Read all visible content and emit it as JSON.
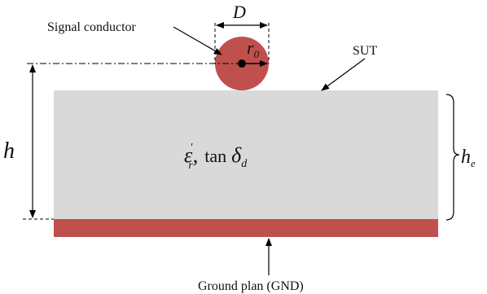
{
  "labels": {
    "signal": "Signal conductor",
    "diameter": "D",
    "radius_main": "r",
    "radius_sub": "0",
    "sut": "SUT",
    "height": "h",
    "height_e_main": "h",
    "height_e_sub": "e",
    "ground": "Ground plan (GND)",
    "eps_main": "ε",
    "eps_sub": "r",
    "eps_prime": "′",
    "comma": ",",
    "tan": "tan",
    "delta": "δ",
    "delta_sub": "d"
  },
  "colors": {
    "conductor": "#c0504d",
    "substrate": "#d9d9d9",
    "ground": "#c0504d",
    "line": "#000000"
  }
}
